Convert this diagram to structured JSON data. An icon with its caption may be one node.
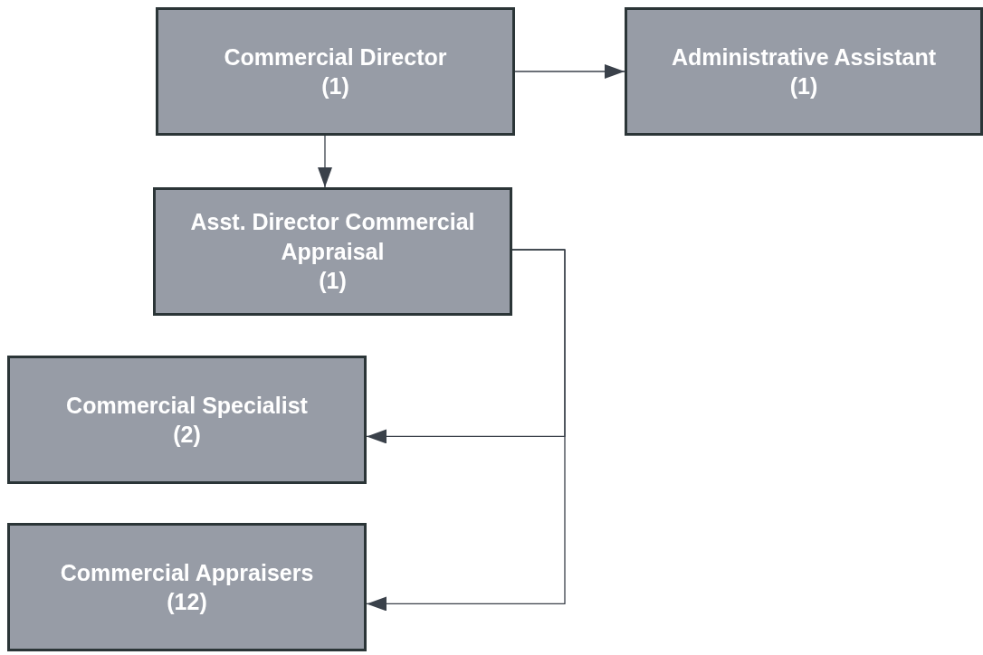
{
  "diagram": {
    "nodes": [
      {
        "text": [
          "Commercial Director",
          "(1)"
        ]
      },
      {
        "text": [
          "Administrative Assistant",
          "(1)"
        ]
      },
      {
        "text": [
          "Asst. Director Commercial Appraisal",
          "(1)"
        ]
      },
      {
        "text": [
          "Commercial Specialist",
          "(2)"
        ]
      },
      {
        "text": [
          "Commercial Appraisers",
          "(12)"
        ]
      }
    ],
    "edges": [
      {
        "from": 0,
        "to": 1,
        "arrow": "to"
      },
      {
        "from": 0,
        "to": 2,
        "arrow": "to"
      },
      {
        "from": 2,
        "to": 3,
        "arrow": "to"
      },
      {
        "from": 2,
        "to": 4,
        "arrow": "to"
      }
    ]
  }
}
